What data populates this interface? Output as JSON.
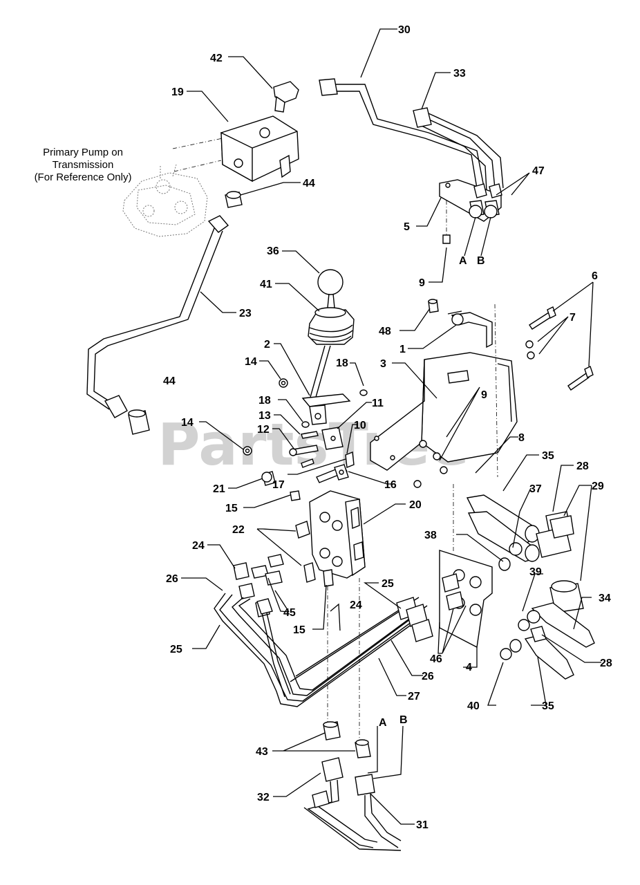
{
  "watermark": "PartsTree",
  "reference_note": [
    "Primary Pump on",
    "Transmission",
    "(For Reference Only)"
  ],
  "port_labels": {
    "valve_a": "A",
    "valve_b": "B",
    "bottom_a": "A",
    "bottom_b": "B"
  },
  "callouts": {
    "c1": "1",
    "c2": "2",
    "c3": "3",
    "c4": "4",
    "c5": "5",
    "c6": "6",
    "c7": "7",
    "c8": "8",
    "c9a": "9",
    "c9b": "9",
    "c10": "10",
    "c11": "11",
    "c12": "12",
    "c13": "13",
    "c14a": "14",
    "c14b": "14",
    "c15a": "15",
    "c15b": "15",
    "c16": "16",
    "c17": "17",
    "c18a": "18",
    "c18b": "18",
    "c19": "19",
    "c20": "20",
    "c21": "21",
    "c22": "22",
    "c23": "23",
    "c24a": "24",
    "c24b": "24",
    "c25a": "25",
    "c25b": "25",
    "c26a": "26",
    "c26b": "26",
    "c27": "27",
    "c28a": "28",
    "c28b": "28",
    "c29": "29",
    "c30": "30",
    "c31": "31",
    "c32": "32",
    "c33": "33",
    "c34": "34",
    "c35a": "35",
    "c35b": "35",
    "c36": "36",
    "c37": "37",
    "c38": "38",
    "c39": "39",
    "c40": "40",
    "c41": "41",
    "c42": "42",
    "c43": "43",
    "c44a": "44",
    "c44b": "44",
    "c45": "45",
    "c46": "46",
    "c47": "47",
    "c48": "48"
  }
}
